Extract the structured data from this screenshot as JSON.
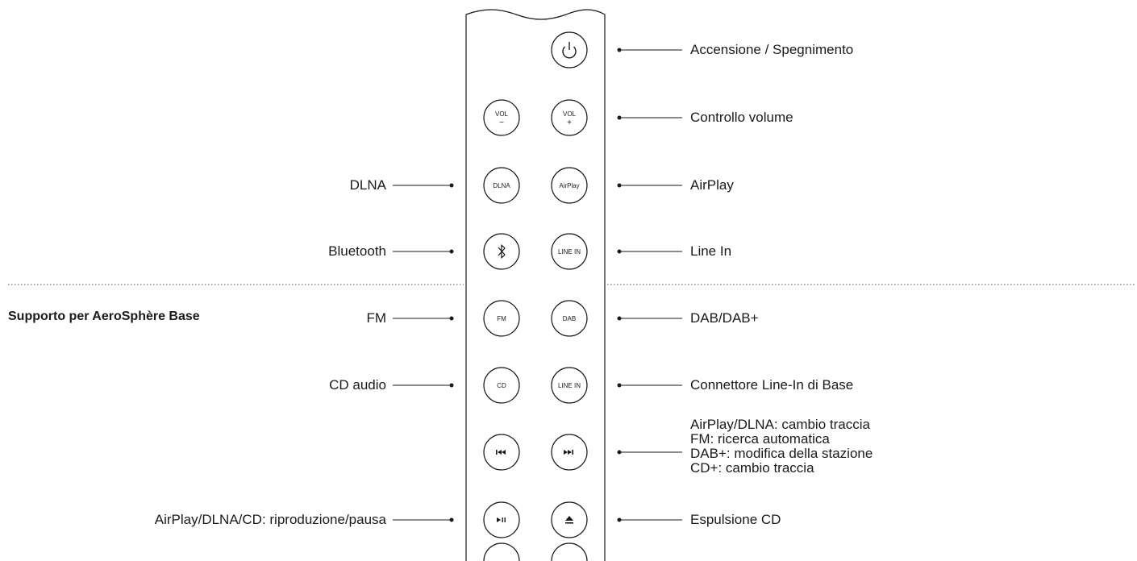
{
  "section_label": "Supporto per AeroSphère Base",
  "buttons": {
    "power": "",
    "vol_minus": "VOL\n−",
    "vol_plus": "VOL\n+",
    "dlna": "DLNA",
    "airplay": "AirPlay",
    "bluetooth": "",
    "line_in_1": "LINE IN",
    "fm": "FM",
    "dab": "DAB",
    "cd": "CD",
    "line_in_2": "LINE IN"
  },
  "right_labels": {
    "power": "Accensione / Spegnimento",
    "volume": "Controllo volume",
    "airplay": "AirPlay",
    "line_in": "Line In",
    "dab": "DAB/DAB+",
    "line_in_base": "Connettore Line-In di Base",
    "skip_lines": [
      "AirPlay/DLNA: cambio traccia",
      "FM: ricerca automatica",
      "DAB+: modifica della stazione",
      "CD+: cambio traccia"
    ],
    "eject": "Espulsione CD"
  },
  "left_labels": {
    "dlna": "DLNA",
    "bluetooth": "Bluetooth",
    "fm": "FM",
    "cd": "CD audio",
    "play_pause": "AirPlay/DLNA/CD: riproduzione/pausa"
  },
  "icons": [
    "power-icon",
    "bluetooth-icon",
    "previous-icon",
    "next-icon",
    "play-pause-icon",
    "eject-icon"
  ]
}
